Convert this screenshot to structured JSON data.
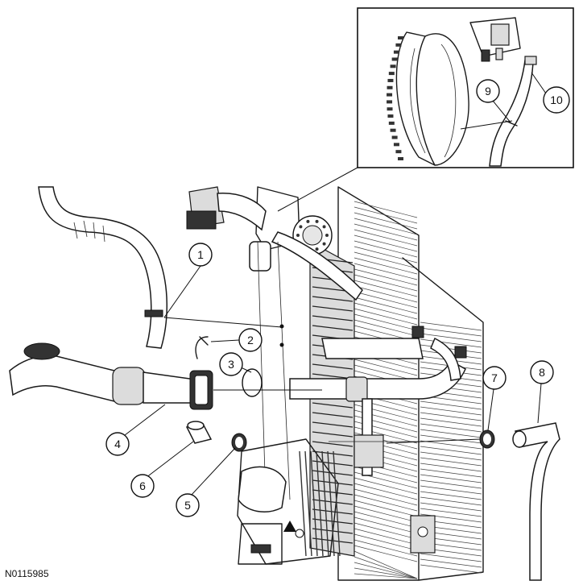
{
  "figure": {
    "reference_id": "N0115985"
  },
  "callouts": [
    {
      "label": "1"
    },
    {
      "label": "2"
    },
    {
      "label": "3"
    },
    {
      "label": "4"
    },
    {
      "label": "5"
    },
    {
      "label": "6"
    },
    {
      "label": "7"
    },
    {
      "label": "8"
    },
    {
      "label": "9"
    },
    {
      "label": "10"
    }
  ]
}
